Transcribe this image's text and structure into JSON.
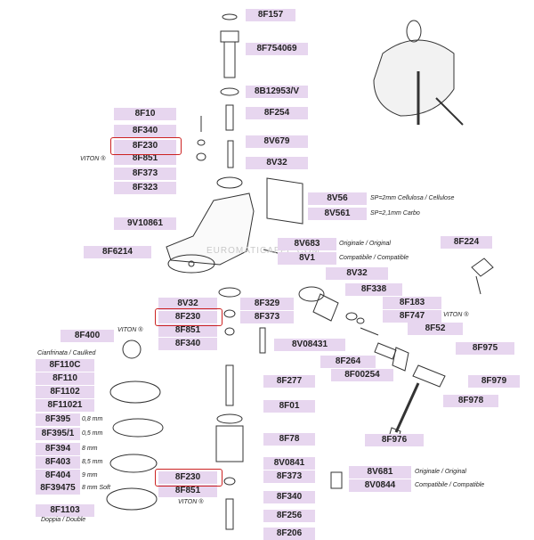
{
  "labels": [
    "8F157",
    "8F754069",
    "8B12953/V",
    "8F10",
    "8F254",
    "8F340",
    "8F230",
    "8V679",
    "8F851",
    "8F373",
    "8V32",
    "8F323",
    "8V56",
    "8V561",
    "9V10861",
    "8F6214",
    "8V683",
    "8V1",
    "8F224",
    "8V32",
    "8F338",
    "8V32",
    "8F329",
    "8F230",
    "8F373",
    "8F183",
    "8F747",
    "8F851",
    "8F340",
    "8F52",
    "8F400",
    "8V08431",
    "8F975",
    "8F110C",
    "8F264",
    "8F00254",
    "8F110",
    "8F979",
    "8F277",
    "8F1102",
    "8F11021",
    "8F01",
    "8F978",
    "8F395",
    "8F395/1",
    "8F78",
    "8F976",
    "8F394",
    "8F403",
    "8V0841",
    "8F230",
    "8F373",
    "8V681",
    "8F404",
    "8V0844",
    "8F39475",
    "8F851",
    "8F340",
    "8F1103",
    "8F256",
    "8F206"
  ],
  "notes": {
    "sp_cellulosa": "SP=2mm Cellulosa / Cellulose",
    "sp_carbo": "SP=2,1mm  Carbo",
    "originale": "Originale / Original",
    "compatibile": "Compatibile / Compatible",
    "viton": "VITON ®",
    "cianfrinata": "Cianfrinata / Caulked",
    "mm08": "0,8 mm",
    "mm05": "0,5 mm",
    "mm8": "8 mm",
    "mm85": "8,5 mm",
    "mm9": "9 mm",
    "mm8soft": "8 mm Soft",
    "doppia": "Doppia / Double"
  },
  "watermark": "EUROMATICAFFE.COM"
}
